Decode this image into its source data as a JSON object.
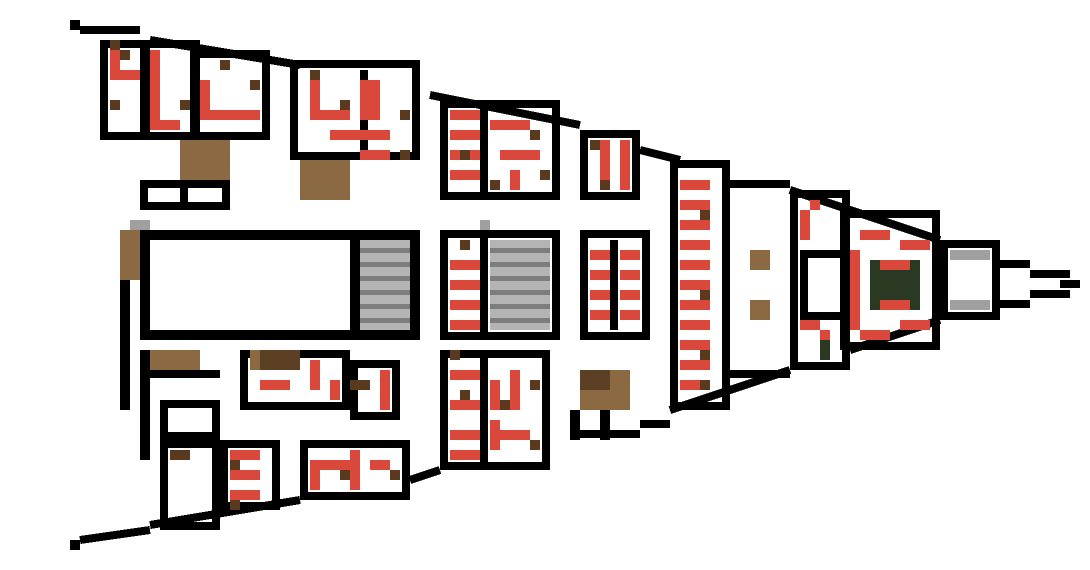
{
  "scene": {
    "type": "pixel-art-top-down-ship-floorplan",
    "description_text": ""
  },
  "palette": {
    "background": "#ffffff",
    "wall": "#000000",
    "bunk_red": "#d9483b",
    "bunk_dark": "#5a3a1f",
    "crate": "#8b6a43",
    "crate_dark": "#5b4024",
    "vent_light": "#b4b4b4",
    "vent_dark": "#7d7d7d",
    "console": "#2a3a22",
    "node_gray": "#a0a0a0"
  },
  "legend": {
    "bunk": "bunk-tile",
    "crate": "cargo-crate",
    "vent": "vent-grille",
    "core": "reactor-console"
  }
}
